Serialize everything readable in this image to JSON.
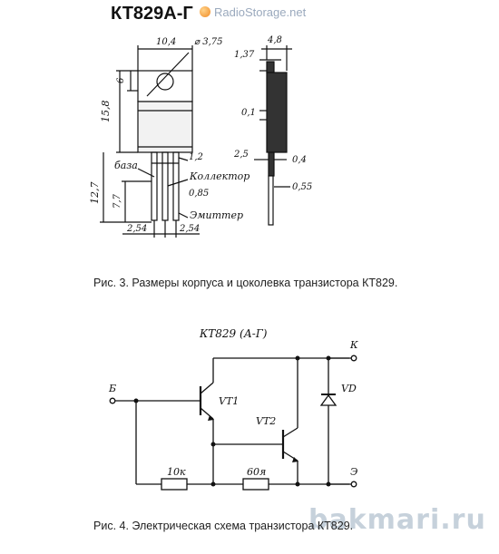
{
  "header": {
    "title": "КТ829А-Г",
    "watermark": "RadioStorage.net"
  },
  "fig3": {
    "caption": "Рис. 3. Размеры корпуса и цоколевка транзистора КТ829.",
    "dims": {
      "width": "10,4",
      "hole": "3,75",
      "depth": "4,8",
      "tab": "1,37",
      "top": "6",
      "height": "15,8",
      "tab_thick": "0,1",
      "pin_w": "1,2",
      "body_step": "2,5",
      "lead_thick": "0,4",
      "pin_n": "0,85",
      "lead_w": "0,55",
      "lead_len": "12,7",
      "lead_short": "7,7",
      "pitch1": "2,54",
      "pitch2": "2,54"
    },
    "pins": {
      "base": "база",
      "collector": "Коллектор",
      "emitter": "Эмиттер"
    }
  },
  "fig4": {
    "caption": "Рис. 4. Электрическая схема транзистора КТ829.",
    "title": "КТ829 (А-Г)",
    "terminals": {
      "base": "Б",
      "collector": "К",
      "emitter": "Э"
    },
    "parts": {
      "vt1": "VT1",
      "vt2": "VT2",
      "vd": "VD",
      "r1": "10к",
      "r2": "60я"
    }
  },
  "footer": {
    "watermark": "bakmari.ru"
  }
}
